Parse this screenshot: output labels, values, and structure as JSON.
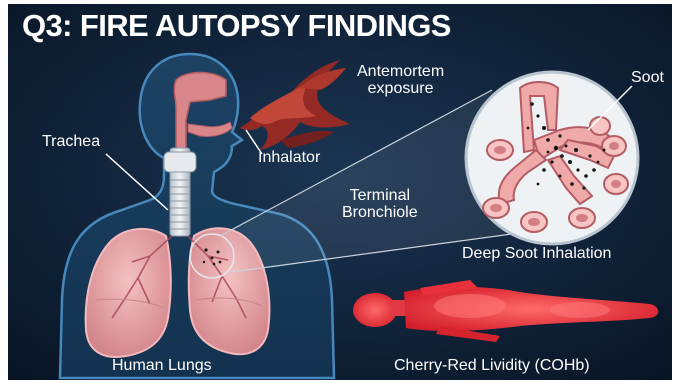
{
  "title": "Q3: FIRE AUTOPSY FINDINGS",
  "labels": {
    "antemortem_line1": "Antemortem",
    "antemortem_line2": "exposure",
    "soot": "Soot",
    "trachea": "Trachea",
    "inhalator": "Inhalator",
    "terminal_line1": "Terminal",
    "terminal_line2": "Bronchiole",
    "deep_soot": "Deep Soot Inhalation",
    "human_lungs": "Human Lungs",
    "cherry_red": "Cherry-Red Lividity (COHb)"
  },
  "colors": {
    "background": "#0c1a2e",
    "body_outline": "#3f79a8",
    "lung_pink": "#e7a0a3",
    "smoke_red": "#c0392b",
    "lividity_red": "#e8303c",
    "soot_black": "#111111"
  },
  "icons": [
    "human-silhouette",
    "trachea-icon",
    "lungs-icon",
    "smoke-icon",
    "bronchiole-magnifier-icon",
    "lying-body-icon"
  ]
}
